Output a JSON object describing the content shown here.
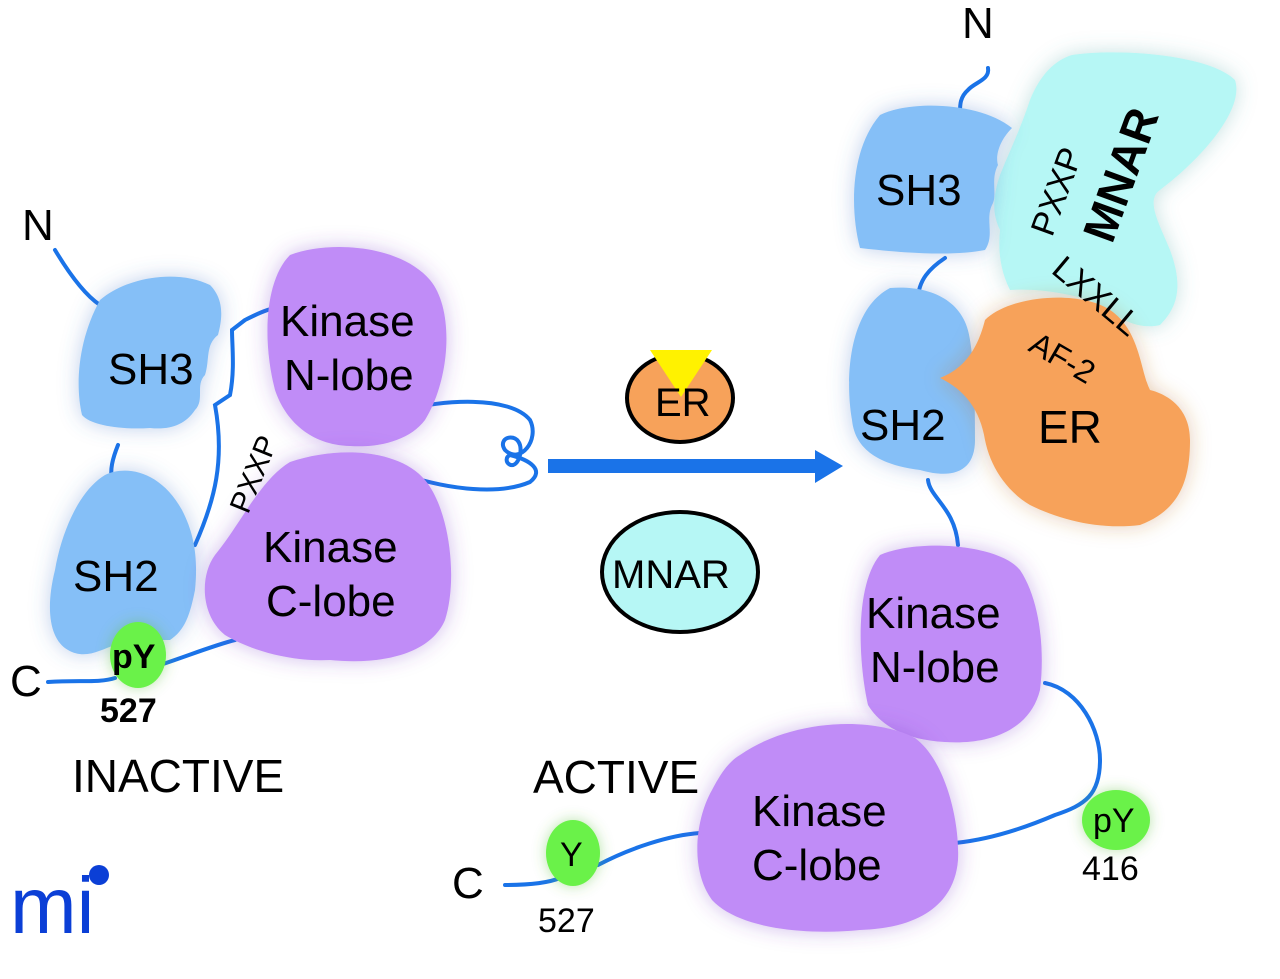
{
  "colors": {
    "sh_domain": "#85bff7",
    "kinase": "#c08cf7",
    "er": "#f7a25a",
    "mnar": "#b6f7f5",
    "phospho": "#6af24a",
    "chain": "#1a73e8",
    "ligand": "#fff200",
    "logo": "#0b3fd6"
  },
  "inactive": {
    "n_term": "N",
    "c_term": "C",
    "sh3": "SH3",
    "sh2": "SH2",
    "kinase_n_line1": "Kinase",
    "kinase_n_line2": "N-lobe",
    "kinase_c_line1": "Kinase",
    "kinase_c_line2": "C-lobe",
    "motif": "PXXP",
    "phospho_label": "pY",
    "phospho_residue": "527",
    "state": "INACTIVE"
  },
  "transition": {
    "er": "ER",
    "mnar": "MNAR"
  },
  "active": {
    "n_term": "N",
    "c_term": "C",
    "sh3": "SH3",
    "sh2": "SH2",
    "mnar": "MNAR",
    "mnar_pxxp": "PXXP",
    "mnar_lxxll": "LXXLL",
    "er": "ER",
    "af2": "AF-2",
    "kinase_n_line1": "Kinase",
    "kinase_n_line2": "N-lobe",
    "kinase_c_line1": "Kinase",
    "kinase_c_line2": "C-lobe",
    "tyr_label": "Y",
    "tyr_residue": "527",
    "phospho_label": "pY",
    "phospho_residue": "416",
    "state": "ACTIVE"
  },
  "logo": "mi"
}
